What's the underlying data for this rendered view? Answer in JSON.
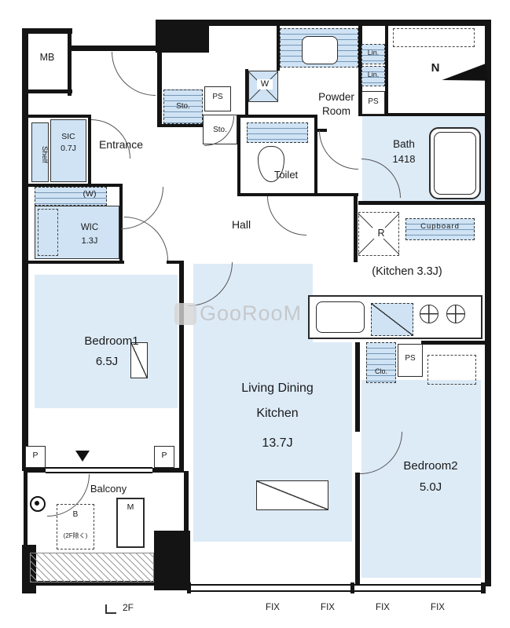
{
  "watermark": {
    "text": "GooRooM"
  },
  "compass": {
    "north": "N"
  },
  "footer": {
    "floor": "2F",
    "fix": [
      "FIX",
      "FIX",
      "FIX",
      "FIX"
    ]
  },
  "rooms": {
    "mb": "MB",
    "shelf": "Shelf",
    "sic_name": "SIC",
    "sic_size": "0.7J",
    "entrance": "Entrance",
    "sto_hall": "Sto.",
    "ps_hall": "PS",
    "sto_small": "Sto.",
    "washer": "W",
    "washer_hookup": "(W)",
    "powder1": "Powder",
    "powder2": "Room",
    "lin1": "Lin.",
    "lin2": "Lin.",
    "ps_bath": "PS",
    "bath_name": "Bath",
    "bath_size": "1418",
    "toilet": "Toilet",
    "hall": "Hall",
    "wic_name": "WIC",
    "wic_size": "1.3J",
    "fridge": "R",
    "cupboard": "Cupboard",
    "kitchen": "(Kitchen 3.3J)",
    "bedroom1_name": "Bedroom1",
    "bedroom1_size": "6.5J",
    "ldk1": "Living Dining",
    "ldk2": "Kitchen",
    "ldk_size": "13.7J",
    "bedroom2_name": "Bedroom2",
    "bedroom2_size": "5.0J",
    "closet": "Clo.",
    "ps_bedroom2": "PS",
    "balcony": "Balcony",
    "boiler": "B",
    "boiler_note": "(2F除く)",
    "meter": "M",
    "p_left": "P",
    "p_right": "P"
  },
  "colors": {
    "floor_fill": "#ddebf7",
    "fixture_fill": "#cfe3f4",
    "wall": "#141414"
  }
}
